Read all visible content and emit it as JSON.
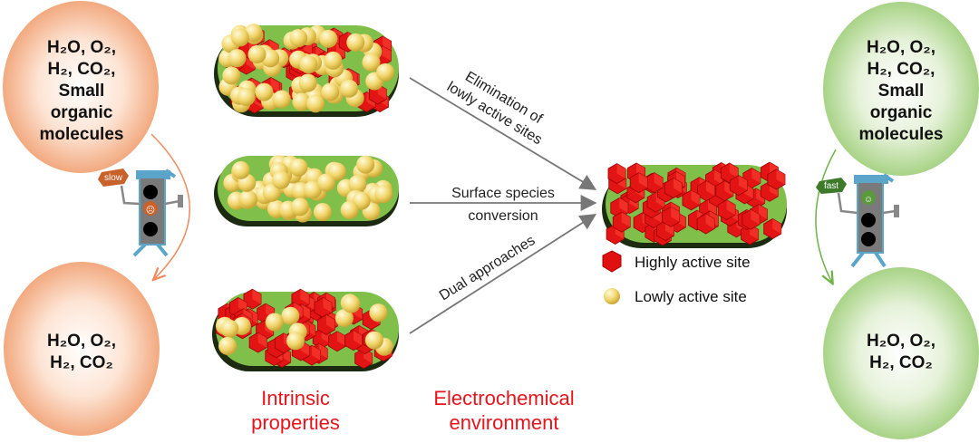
{
  "left": {
    "top_circle": [
      "H₂O, O₂,",
      "H₂, CO₂,",
      "Small",
      "organic",
      "molecules"
    ],
    "bottom_circle": [
      "H₂O, O₂,",
      "H₂, CO₂"
    ],
    "sign": "slow",
    "color": "#f4b48f"
  },
  "right": {
    "top_circle": [
      "H₂O, O₂,",
      "H₂, CO₂,",
      "Small",
      "organic",
      "molecules"
    ],
    "bottom_circle": [
      "H₂O, O₂,",
      "H₂, CO₂"
    ],
    "sign": "fast",
    "color": "#b7d99a"
  },
  "arrows": {
    "top": [
      "Elimination of",
      "lowly active sites"
    ],
    "middle": [
      "Surface species",
      "conversion"
    ],
    "bottom": [
      "Dual approaches"
    ]
  },
  "legend": {
    "highly": "Highly active site",
    "lowly": "Lowly active site"
  },
  "bottom_labels": {
    "intrinsic": [
      "Intrinsic",
      "properties"
    ],
    "electrochemical": [
      "Electrochemical",
      "environment"
    ]
  }
}
